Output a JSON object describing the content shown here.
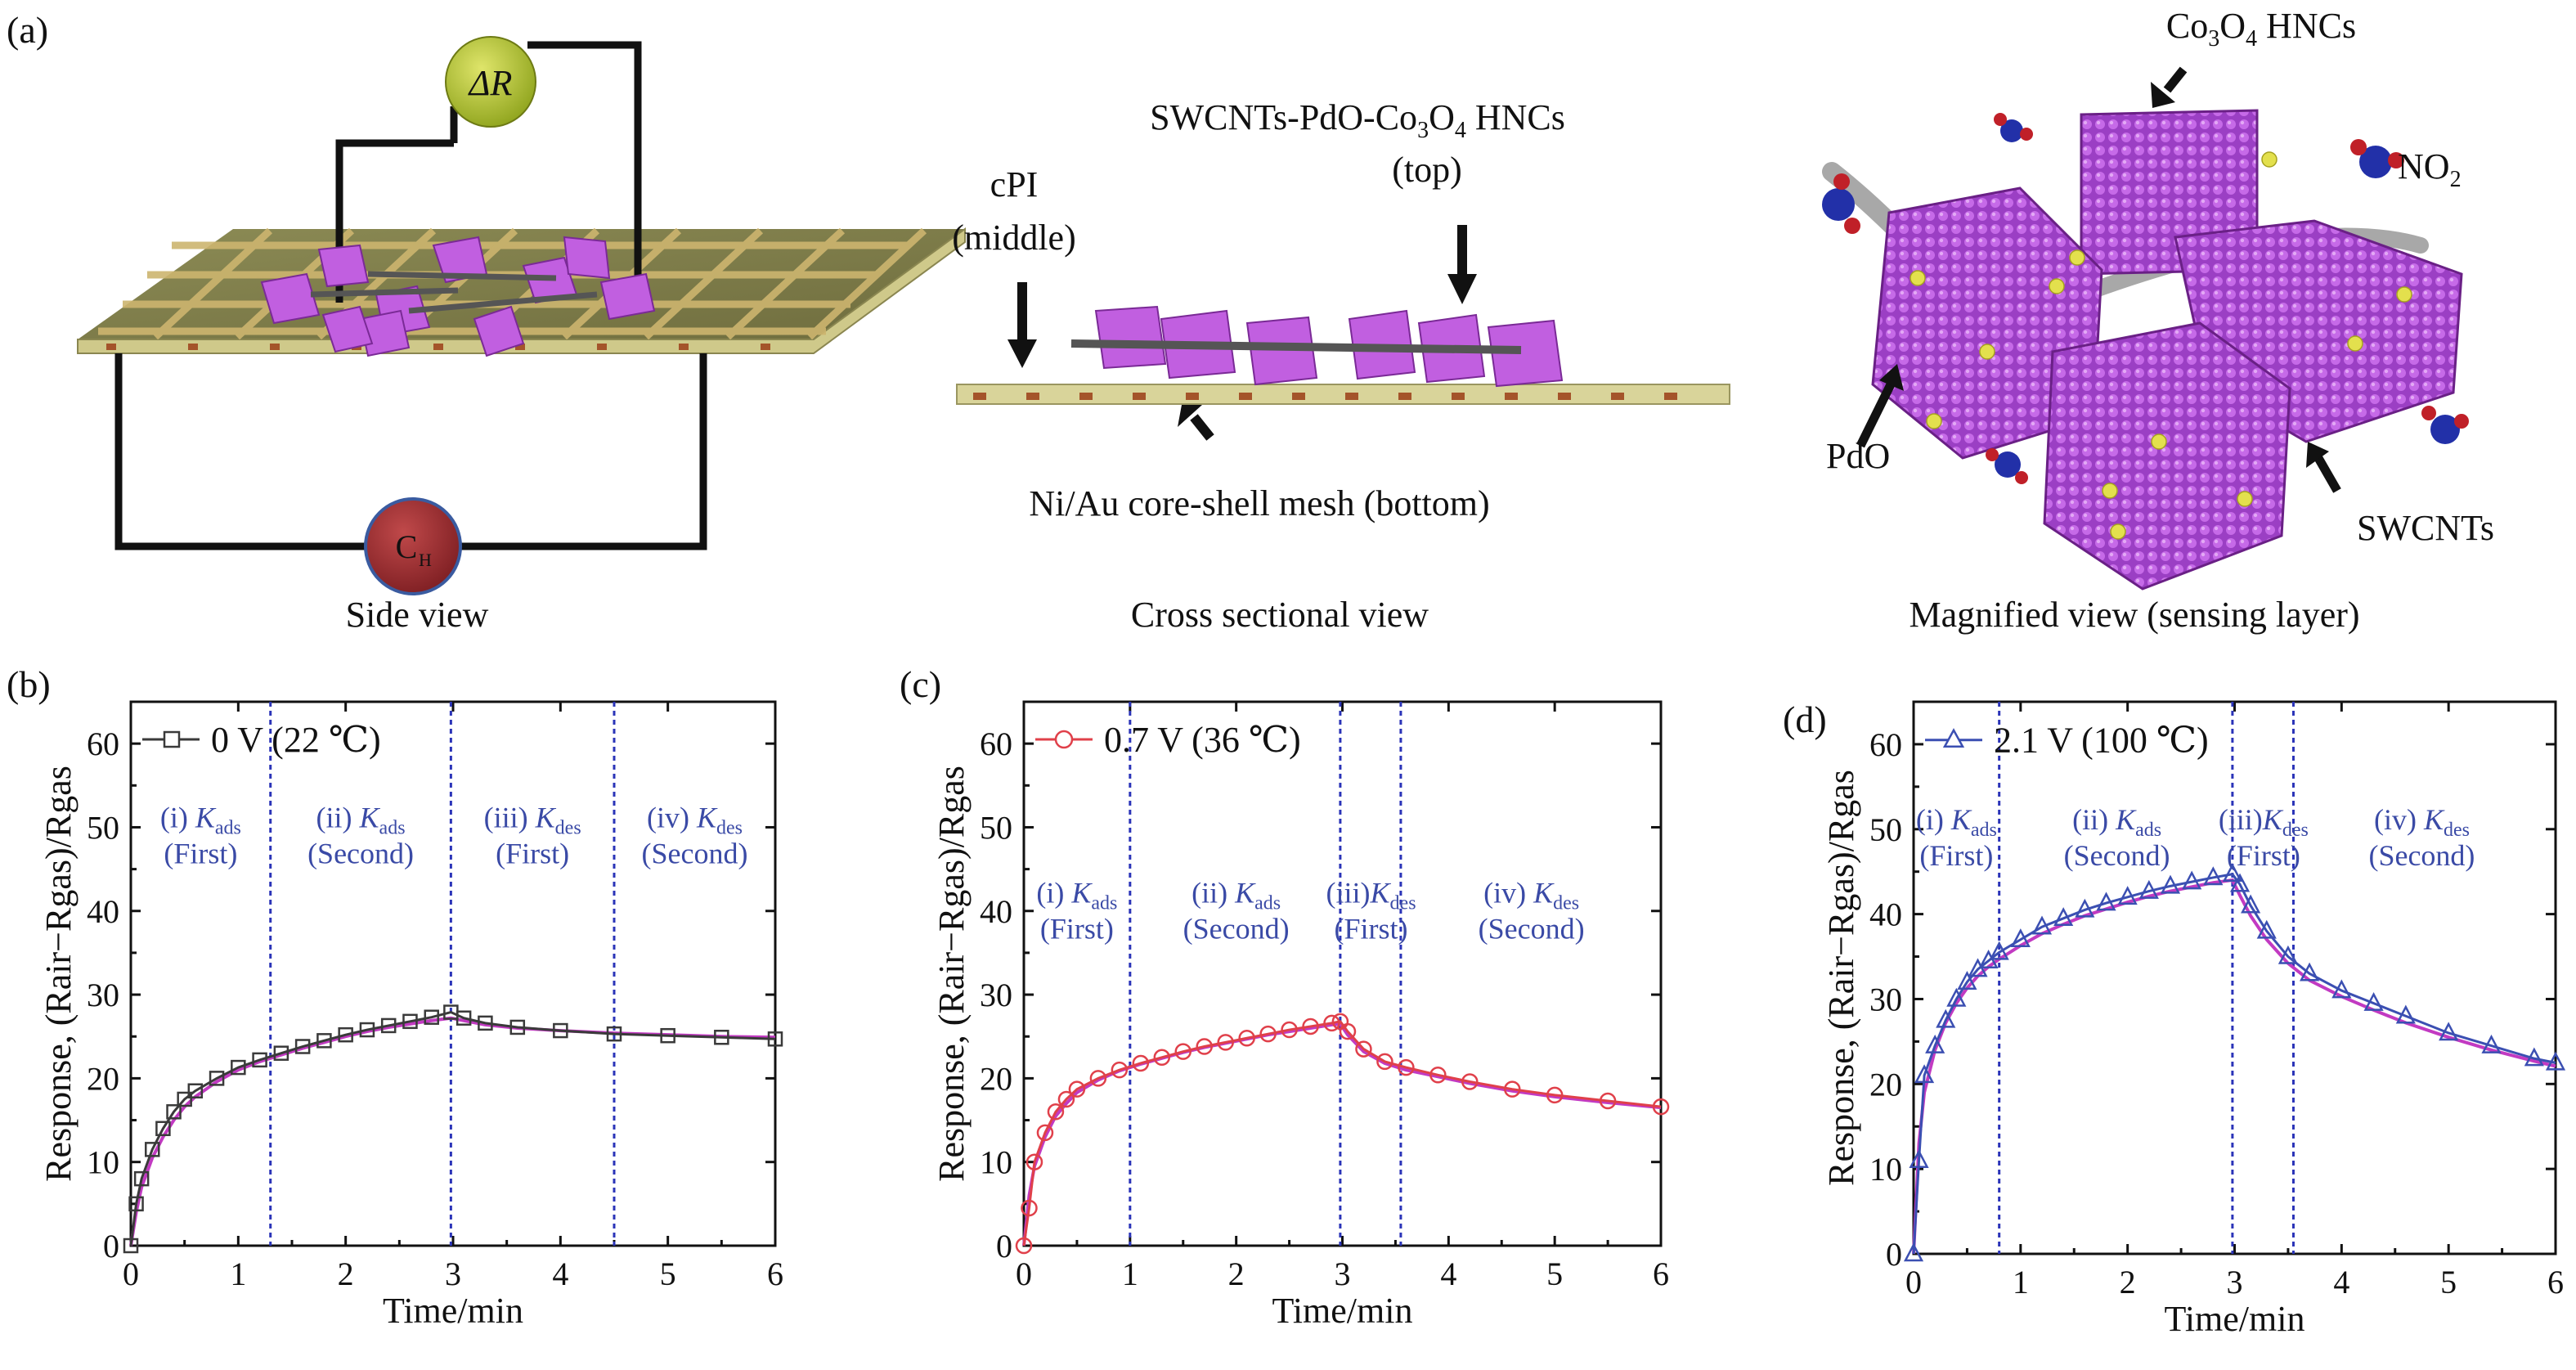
{
  "figure": {
    "panel_a": {
      "label": "(a)",
      "delta_r_label": "ΔR",
      "ch_label": "C",
      "ch_sub": "H",
      "side_view_caption": "Side view",
      "cross_caption": "Cross sectional view",
      "magnified_caption": "Magnified view (sensing layer)",
      "top_label_1a": "SWCNTs-PdO-Co",
      "top_label_1b": "3",
      "top_label_1c": "O",
      "top_label_1d": "4",
      "top_label_1e": " HNCs",
      "top_label_2": "(top)",
      "middle_label_1": "cPI",
      "middle_label_2": "(middle)",
      "bottom_label": "Ni/Au core-shell mesh (bottom)",
      "co3o4_a": "Co",
      "co3o4_b": "3",
      "co3o4_c": "O",
      "co3o4_d": "4",
      "co3o4_e": " HNCs",
      "no2_a": "NO",
      "no2_b": "2",
      "pdo": "PdO",
      "swcnts": "SWCNTs"
    }
  },
  "chart_data": [
    {
      "panel": "(b)",
      "type": "line",
      "legend": "0 V (22 ℃)",
      "color": "#3a3a3a",
      "fit_color": "#c23ac2",
      "marker": "square",
      "xlabel": "Time/min",
      "ylabel": "Response, (Rair−Rgas)/Rgas",
      "xlim": [
        0,
        6
      ],
      "ylim": [
        0,
        65
      ],
      "xticks": [
        0,
        1,
        2,
        3,
        4,
        5,
        6
      ],
      "yticks": [
        0,
        10,
        20,
        30,
        40,
        50,
        60
      ],
      "vlines": [
        1.3,
        2.98,
        4.5
      ],
      "phases": [
        {
          "x": 0.65,
          "l1a": "(i) ",
          "l1b": "K",
          "l1c": "ads",
          "l2": "(First)"
        },
        {
          "x": 2.14,
          "l1a": "(ii) ",
          "l1b": "K",
          "l1c": "ads",
          "l2": "(Second)"
        },
        {
          "x": 3.74,
          "l1a": "(iii) ",
          "l1b": "K",
          "l1c": "des",
          "l2": "(First)"
        },
        {
          "x": 5.25,
          "l1a": "(iv) ",
          "l1b": "K",
          "l1c": "des",
          "l2": "(Second)"
        }
      ],
      "phase_y": 50,
      "x": [
        0,
        0.05,
        0.1,
        0.2,
        0.3,
        0.4,
        0.5,
        0.6,
        0.8,
        1.0,
        1.2,
        1.4,
        1.6,
        1.8,
        2.0,
        2.2,
        2.4,
        2.6,
        2.8,
        2.98,
        3.1,
        3.3,
        3.6,
        4.0,
        4.5,
        5.0,
        5.5,
        6.0
      ],
      "y": [
        0,
        5,
        8,
        11.5,
        14,
        16,
        17.5,
        18.5,
        20,
        21.3,
        22.2,
        23,
        23.8,
        24.5,
        25.2,
        25.8,
        26.3,
        26.8,
        27.3,
        27.9,
        27.2,
        26.6,
        26.1,
        25.7,
        25.3,
        25.1,
        24.9,
        24.7
      ],
      "fit_y": [
        0,
        4,
        7,
        10.5,
        13,
        15,
        16.6,
        17.8,
        19.6,
        21,
        22,
        22.8,
        23.6,
        24.3,
        25,
        25.6,
        26.1,
        26.5,
        26.9,
        27.2,
        26.9,
        26.4,
        26,
        25.7,
        25.4,
        25.2,
        25,
        24.9
      ]
    },
    {
      "panel": "(c)",
      "type": "line",
      "legend": "0.7 V (36 ℃)",
      "color": "#e0404a",
      "fit_color": "#c23ac2",
      "marker": "circle",
      "xlabel": "Time/min",
      "ylabel": "Response, (Rair−Rgas)/Rgas",
      "xlim": [
        0,
        6
      ],
      "ylim": [
        0,
        65
      ],
      "xticks": [
        0,
        1,
        2,
        3,
        4,
        5,
        6
      ],
      "yticks": [
        0,
        10,
        20,
        30,
        40,
        50,
        60
      ],
      "vlines": [
        1.0,
        2.98,
        3.55
      ],
      "phases": [
        {
          "x": 0.5,
          "l1a": "(i) ",
          "l1b": "K",
          "l1c": "ads",
          "l2": "(First)"
        },
        {
          "x": 2.0,
          "l1a": "(ii) ",
          "l1b": "K",
          "l1c": "ads",
          "l2": "(Second)"
        },
        {
          "x": 3.27,
          "l1a": "(iii)",
          "l1b": "K",
          "l1c": "des",
          "l2": "(First)"
        },
        {
          "x": 4.78,
          "l1a": "(iv) ",
          "l1b": "K",
          "l1c": "des",
          "l2": "(Second)"
        }
      ],
      "phase_y": 41,
      "x": [
        0,
        0.05,
        0.1,
        0.2,
        0.3,
        0.4,
        0.5,
        0.7,
        0.9,
        1.1,
        1.3,
        1.5,
        1.7,
        1.9,
        2.1,
        2.3,
        2.5,
        2.7,
        2.9,
        2.98,
        3.05,
        3.2,
        3.4,
        3.6,
        3.9,
        4.2,
        4.6,
        5.0,
        5.5,
        6.0
      ],
      "y": [
        0,
        4.5,
        10,
        13.5,
        16,
        17.5,
        18.7,
        20,
        21,
        21.8,
        22.5,
        23.2,
        23.8,
        24.3,
        24.8,
        25.3,
        25.8,
        26.2,
        26.6,
        26.8,
        25.6,
        23.5,
        22,
        21.3,
        20.4,
        19.6,
        18.7,
        18,
        17.3,
        16.6
      ],
      "fit_y": [
        0,
        6,
        9.5,
        13,
        15.5,
        17,
        18.3,
        19.8,
        20.9,
        21.7,
        22.4,
        23.1,
        23.7,
        24.2,
        24.7,
        25.2,
        25.6,
        26,
        26.4,
        26.5,
        25.2,
        23.2,
        21.8,
        21,
        20.2,
        19.4,
        18.5,
        17.8,
        17.1,
        16.5
      ]
    },
    {
      "panel": "(d)",
      "type": "line",
      "legend": "2.1 V (100 ℃)",
      "color": "#3b4fb2",
      "fit_color": "#c23ac2",
      "marker": "triangle",
      "xlabel": "Time/min",
      "ylabel": "Response, (Rair−Rgas)/Rgas",
      "xlim": [
        0,
        6
      ],
      "ylim": [
        0,
        65
      ],
      "xticks": [
        0,
        1,
        2,
        3,
        4,
        5,
        6
      ],
      "yticks": [
        0,
        10,
        20,
        30,
        40,
        50,
        60
      ],
      "vlines": [
        0.8,
        2.98,
        3.55
      ],
      "phases": [
        {
          "x": 0.4,
          "l1a": "(i) ",
          "l1b": "K",
          "l1c": "ads",
          "l2": "(First)"
        },
        {
          "x": 1.9,
          "l1a": "(ii) ",
          "l1b": "K",
          "l1c": "ads",
          "l2": "(Second)"
        },
        {
          "x": 3.27,
          "l1a": "(iii)",
          "l1b": "K",
          "l1c": "des",
          "l2": "(First)"
        },
        {
          "x": 4.75,
          "l1a": "(iv) ",
          "l1b": "K",
          "l1c": "des",
          "l2": "(Second)"
        }
      ],
      "phase_y": 50,
      "x": [
        0,
        0.05,
        0.1,
        0.2,
        0.3,
        0.4,
        0.5,
        0.6,
        0.7,
        0.8,
        1.0,
        1.2,
        1.4,
        1.6,
        1.8,
        2.0,
        2.2,
        2.4,
        2.6,
        2.8,
        2.98,
        3.05,
        3.15,
        3.3,
        3.5,
        3.7,
        4.0,
        4.3,
        4.6,
        5.0,
        5.4,
        5.8,
        6.0
      ],
      "y": [
        0,
        11,
        21,
        24.5,
        27.5,
        30,
        32,
        33.5,
        34.5,
        35.5,
        37,
        38.5,
        39.5,
        40.5,
        41.3,
        42,
        42.7,
        43.3,
        43.8,
        44.3,
        44.7,
        43.5,
        41,
        38,
        35,
        33,
        31,
        29.5,
        28,
        26,
        24.5,
        23,
        22.5
      ],
      "fit_y": [
        0,
        13,
        19,
        24,
        27.2,
        29.5,
        31.3,
        32.7,
        33.8,
        34.7,
        36.3,
        37.7,
        38.8,
        39.8,
        40.6,
        41.4,
        42.1,
        42.7,
        43.2,
        43.7,
        44,
        42.2,
        39.8,
        37,
        34.2,
        32.2,
        30.3,
        28.7,
        27.2,
        25.5,
        24,
        22.7,
        22.1
      ]
    }
  ]
}
